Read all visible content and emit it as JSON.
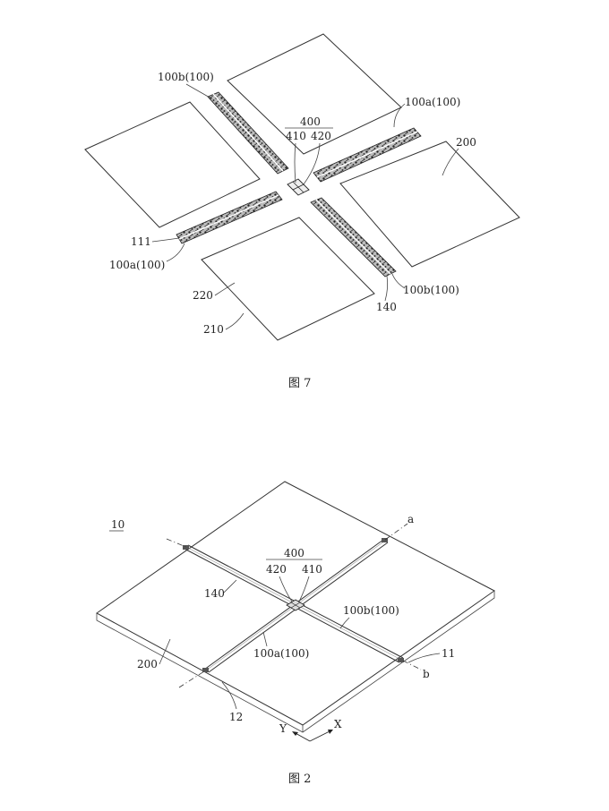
{
  "figure7": {
    "caption": "图 7",
    "labels": {
      "l100b_top": "100b(100)",
      "l100a_right": "100a(100)",
      "l400": "400",
      "l410": "410",
      "l420": "420",
      "l200": "200",
      "l111": "111",
      "l100a_left": "100a(100)",
      "l220": "220",
      "l210": "210",
      "l140": "140",
      "l100b_bottom": "100b(100)"
    }
  },
  "figure2": {
    "caption": "图 2",
    "labels": {
      "l10": "10",
      "la": "a",
      "l400": "400",
      "l420": "420",
      "l410": "410",
      "l140": "140",
      "l100b": "100b(100)",
      "l200": "200",
      "l100a": "100a(100)",
      "l11": "11",
      "lb": "b",
      "l12": "12",
      "lY": "Y",
      "lX": "X"
    }
  }
}
